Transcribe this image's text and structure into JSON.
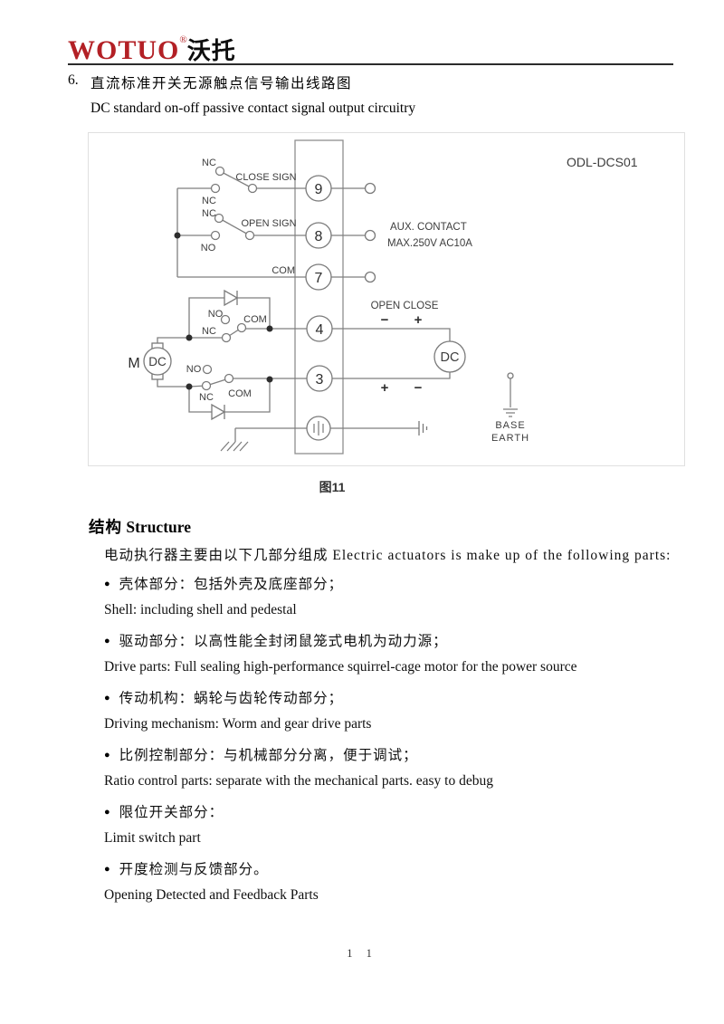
{
  "page": {
    "logo": {
      "brand": "WOTUO",
      "reg": "®",
      "brand_cn": "沃托"
    },
    "section_number": "6.",
    "section_title_cn": "直流标准开关无源触点信号输出线路图",
    "section_title_en": "DC standard on-off passive contact signal output circuitry",
    "figure_caption": "图11",
    "page_number": "1 1"
  },
  "diagram": {
    "model": "ODL-DCS01",
    "terminals": [
      "9",
      "8",
      "7",
      "4",
      "3"
    ],
    "labels": {
      "nc_close_top": "NC",
      "nc_close_left": "NC",
      "close_sign": "CLOSE SIGN",
      "nc_open_top": "NC",
      "open_sign": "OPEN SIGN",
      "no_open_left": "NO",
      "com_top": "COM",
      "aux_contact": "AUX. CONTACT",
      "aux_rating": "MAX.250V AC10A",
      "open_close": "OPEN CLOSE",
      "minus": "−",
      "plus": "+",
      "motor_m": "M",
      "motor_dc": "DC",
      "no_up": "NO",
      "com_up": "COM",
      "nc_up": "NC",
      "no_low": "NO",
      "nc_low": "NC",
      "com_low": "COM",
      "dc_supply": "DC",
      "base": "BASE",
      "earth": "EARTH"
    }
  },
  "structure": {
    "heading_cn": "结构",
    "heading_en": " Structure",
    "bullet": "●",
    "intro": "电动执行器主要由以下几部分组成 Electric actuators is make up of the following parts:",
    "items": [
      {
        "cn": "壳体部分：包括外壳及底座部分；",
        "en": "Shell: including shell and pedestal"
      },
      {
        "cn": "驱动部分：以高性能全封闭鼠笼式电机为动力源；",
        "en": "Drive parts: Full sealing high-performance squirrel-cage motor for the power source"
      },
      {
        "cn": "传动机构：蜗轮与齿轮传动部分；",
        "en": "Driving mechanism: Worm and gear drive parts"
      },
      {
        "cn": "比例控制部分：与机械部分分离，便于调试；",
        "en": "Ratio control parts: separate with the mechanical parts. easy to debug"
      },
      {
        "cn": "限位开关部分：",
        "en": "Limit switch part"
      },
      {
        "cn": "开度检测与反馈部分。",
        "en": "Opening Detected and Feedback Parts"
      }
    ]
  }
}
